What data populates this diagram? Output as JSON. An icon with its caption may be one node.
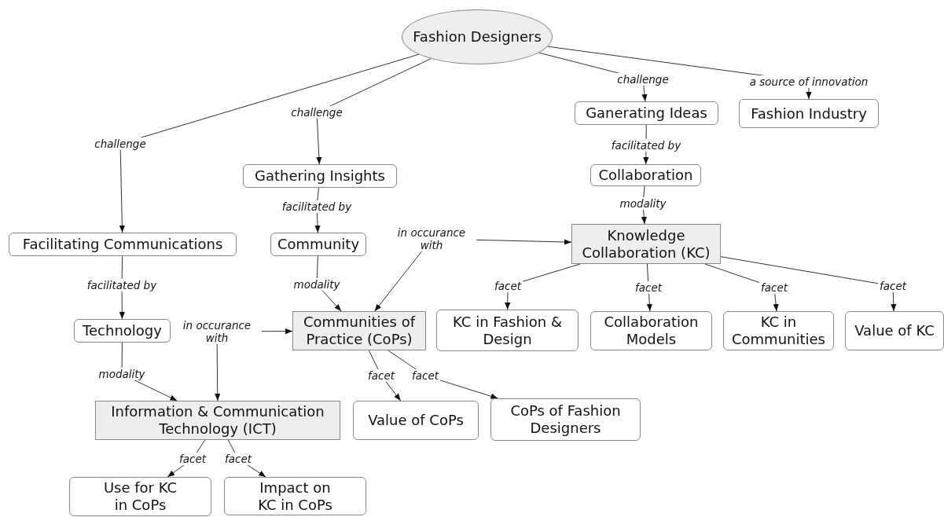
{
  "diagram": {
    "nodes": [
      {
        "text": [
          "Fashion Designers"
        ]
      },
      {
        "text": [
          "Facilitating Communications"
        ]
      },
      {
        "text": [
          "Gathering Insights"
        ]
      },
      {
        "text": [
          "Ganerating Ideas"
        ]
      },
      {
        "text": [
          "Fashion Industry"
        ]
      },
      {
        "text": [
          "Community"
        ]
      },
      {
        "text": [
          "Collaboration"
        ]
      },
      {
        "text": [
          "Knowledge Collaboration (KC)"
        ]
      },
      {
        "text": [
          "Technology"
        ]
      },
      {
        "text": [
          "Communities of Practice (CoPs)"
        ]
      },
      {
        "text": [
          "KC in Fashion & Design"
        ]
      },
      {
        "text": [
          "Collaboration Models"
        ]
      },
      {
        "text": [
          "KC in Communities"
        ]
      },
      {
        "text": [
          "Value of KC"
        ]
      },
      {
        "text": [
          "Information & Communication Technology (ICT)"
        ]
      },
      {
        "text": [
          "Value of CoPs"
        ]
      },
      {
        "text": [
          "CoPs of Fashion Designers"
        ]
      },
      {
        "text": [
          "Use for KC in CoPs"
        ]
      },
      {
        "text": [
          "Impact on KC in CoPs"
        ]
      }
    ],
    "edges": [
      {
        "from": 0,
        "to": 1,
        "arrow": "to",
        "label": "challenge"
      },
      {
        "from": 0,
        "to": 2,
        "arrow": "to",
        "label": "challenge"
      },
      {
        "from": 0,
        "to": 3,
        "arrow": "to",
        "label": "challenge"
      },
      {
        "from": 0,
        "to": 4,
        "arrow": "to",
        "label": "a source of innovation"
      },
      {
        "from": 2,
        "to": 5,
        "arrow": "to",
        "label": "facilitated by"
      },
      {
        "from": 3,
        "to": 6,
        "arrow": "to",
        "label": "facilitated by"
      },
      {
        "from": 6,
        "to": 7,
        "arrow": "to",
        "label": "modality"
      },
      {
        "from": 1,
        "to": 8,
        "arrow": "to",
        "label": "facilitated by"
      },
      {
        "from": 5,
        "to": 9,
        "arrow": "to",
        "label": "modality"
      },
      {
        "from": 8,
        "to": 14,
        "arrow": "to",
        "label": "modality"
      },
      {
        "from": 9,
        "to": 7,
        "arrow": "both",
        "label": "in occurance with"
      },
      {
        "from": 14,
        "to": 9,
        "arrow": "both",
        "label": "in occurance with"
      },
      {
        "from": 7,
        "to": 10,
        "arrow": "to",
        "label": "facet"
      },
      {
        "from": 7,
        "to": 11,
        "arrow": "to",
        "label": "facet"
      },
      {
        "from": 7,
        "to": 12,
        "arrow": "to",
        "label": "facet"
      },
      {
        "from": 7,
        "to": 13,
        "arrow": "to",
        "label": "facet"
      },
      {
        "from": 9,
        "to": 15,
        "arrow": "to",
        "label": "facet"
      },
      {
        "from": 9,
        "to": 16,
        "arrow": "to",
        "label": "facet"
      },
      {
        "from": 14,
        "to": 17,
        "arrow": "to",
        "label": "facet"
      },
      {
        "from": 14,
        "to": 18,
        "arrow": "to",
        "label": "facet"
      }
    ]
  }
}
